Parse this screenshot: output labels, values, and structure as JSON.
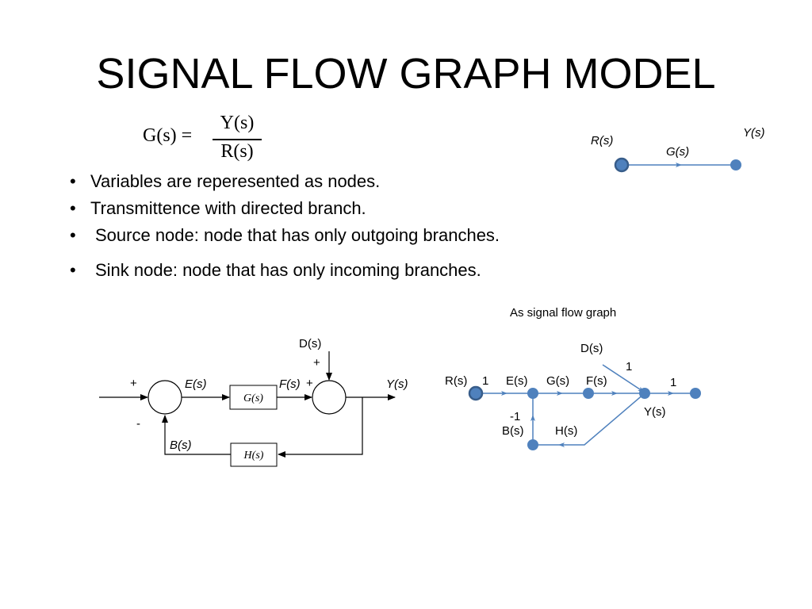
{
  "title": "SIGNAL FLOW GRAPH MODEL",
  "formula": {
    "lhs": "G(s) =",
    "numerator": "Y(s)",
    "denominator": "R(s)"
  },
  "bullets": [
    "Variables are reperesented as nodes.",
    "Transmittence with directed branch.",
    "Source node: node that has only outgoing branches.",
    "Sink node: node that has only incoming branches."
  ],
  "mini_graph": {
    "source": "R(s)",
    "sink": "Y(s)",
    "branch": "G(s)"
  },
  "block_diagram": {
    "plus_input": "+",
    "minus_feedback": "-",
    "plus_top": "+",
    "plus_left": "+",
    "e": "E(s)",
    "f": "F(s)",
    "y": "Y(s)",
    "b": "B(s)",
    "d": "D(s)",
    "forward_block": "G(s)",
    "feedback_block": "H(s)"
  },
  "sfg": {
    "caption": "As signal flow graph",
    "r": "R(s)",
    "gain1": "1",
    "e": "E(s)",
    "g": "G(s)",
    "f": "F(s)",
    "d": "D(s)",
    "d_gain": "1",
    "out_gain": "1",
    "y": "Y(s)",
    "neg": "-1",
    "b": "B(s)",
    "h": "H(s)"
  },
  "colors": {
    "node_fill": "#4f81bd",
    "node_stroke": "#385d8a",
    "branch": "#4f81bd"
  }
}
